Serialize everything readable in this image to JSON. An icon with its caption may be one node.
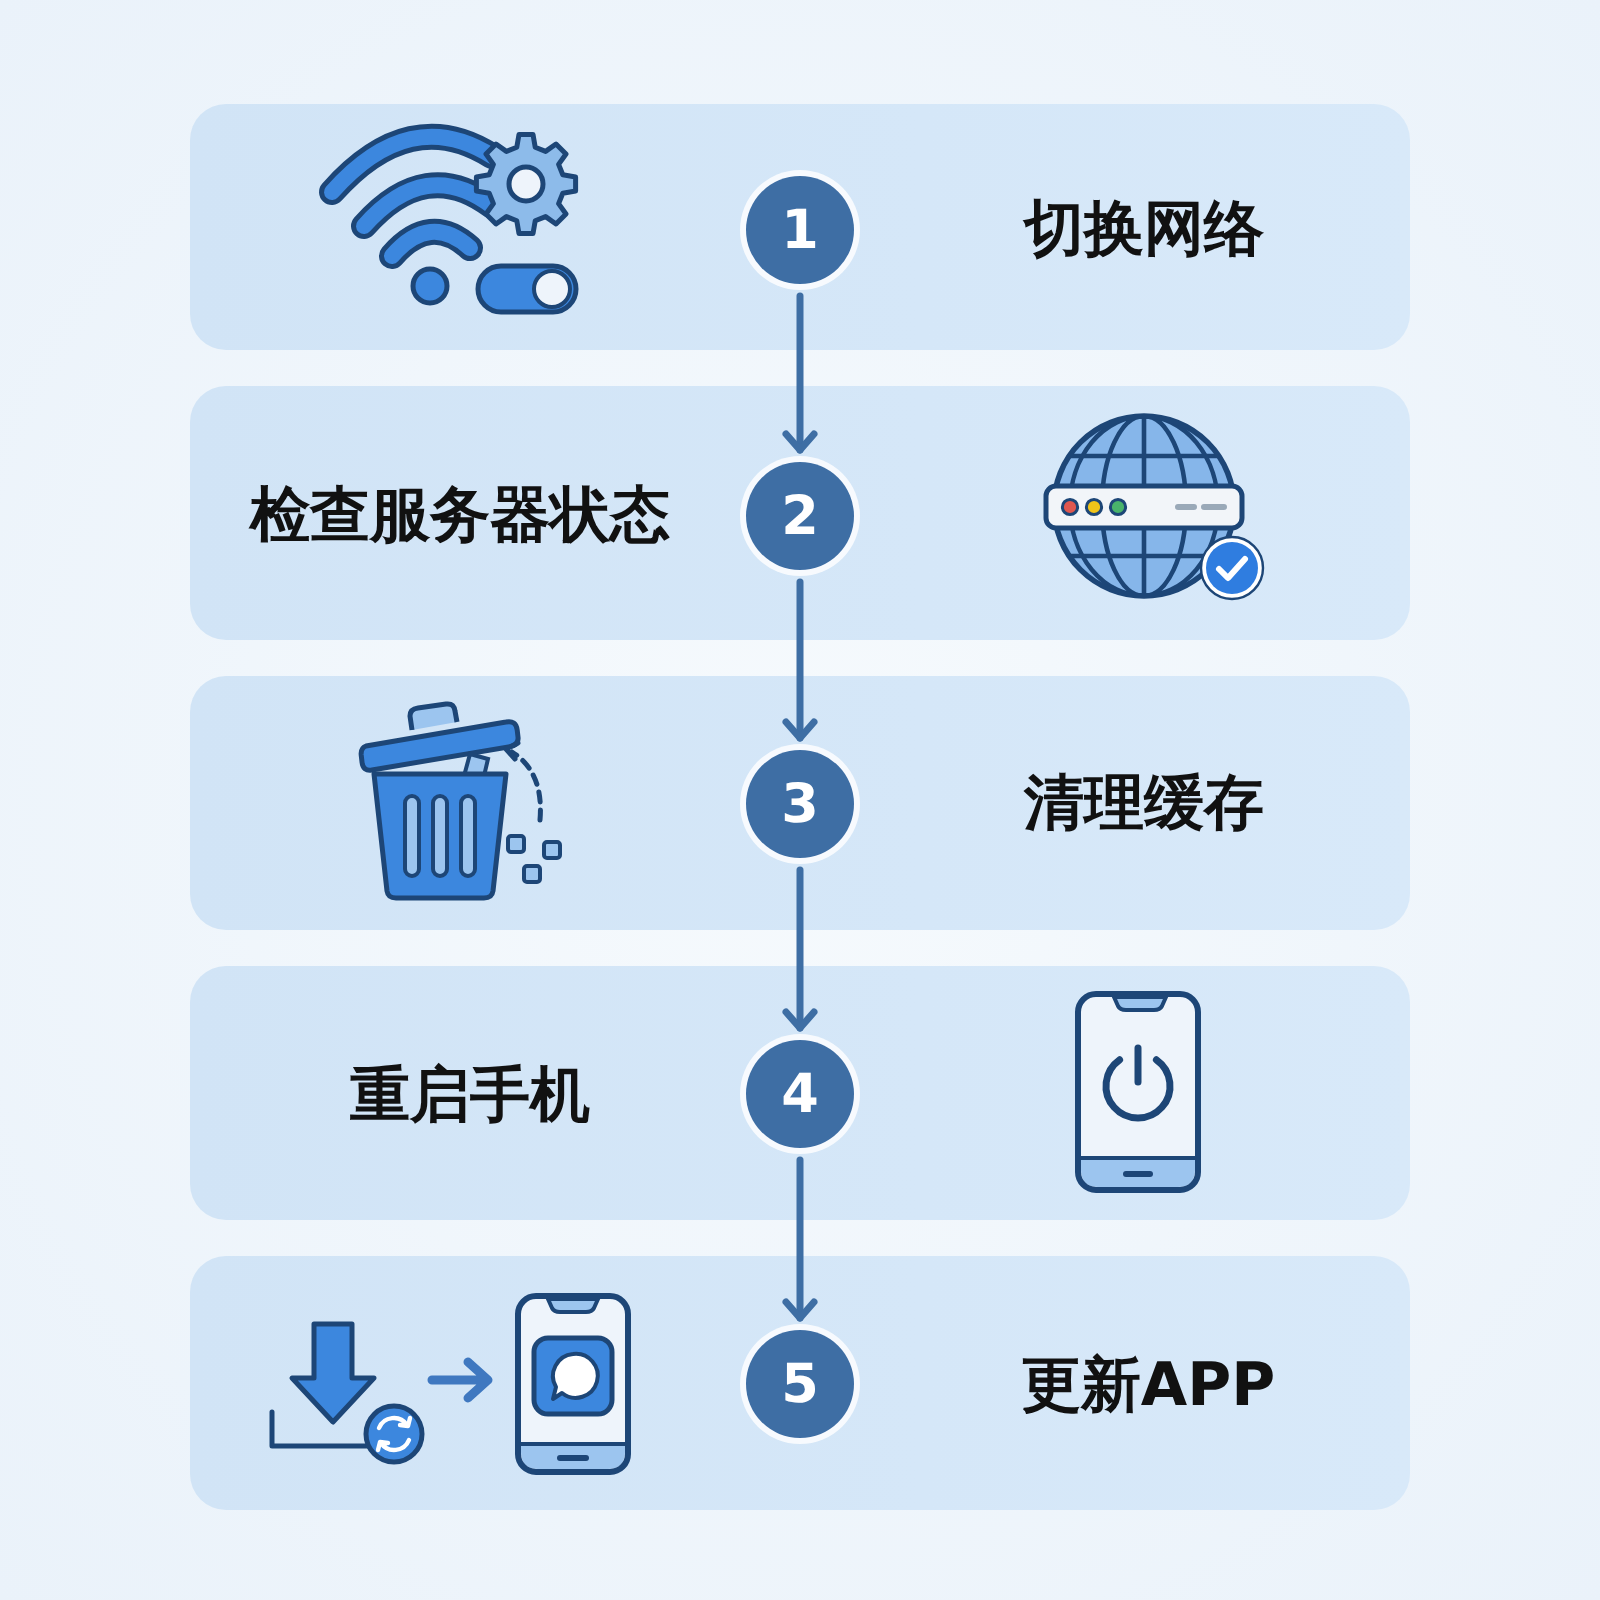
{
  "diagram": {
    "nodes": [
      {
        "text": [
          "切换网络"
        ]
      },
      {
        "text": [
          "1"
        ],
        "in": 0
      },
      {
        "text": [
          "检查服务器状态"
        ]
      },
      {
        "text": [
          "2"
        ],
        "in": 2
      },
      {
        "text": [
          "清理缓存"
        ]
      },
      {
        "text": [
          "3"
        ],
        "in": 4
      },
      {
        "text": [
          "重启手机"
        ]
      },
      {
        "text": [
          "4"
        ],
        "in": 6
      },
      {
        "text": [
          "更新APP"
        ]
      },
      {
        "text": [
          "5"
        ],
        "in": 8
      }
    ],
    "edges": [
      {
        "from": 1,
        "to": 3,
        "arrow": "to"
      },
      {
        "from": 3,
        "to": 5,
        "arrow": "to"
      },
      {
        "from": 5,
        "to": 7,
        "arrow": "to"
      },
      {
        "from": 7,
        "to": 9,
        "arrow": "to"
      }
    ]
  }
}
